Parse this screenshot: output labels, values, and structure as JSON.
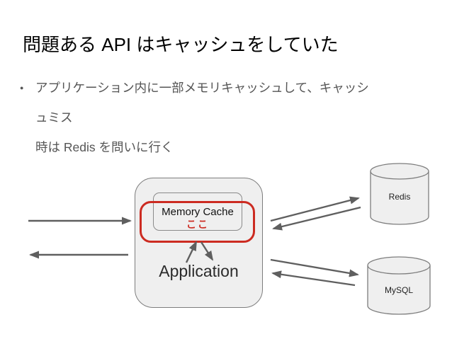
{
  "slide": {
    "title": "問題ある API はキャッシュをしていた",
    "bullet": {
      "marker": "●",
      "line1": "アプリケーション内に一部メモリキャッシュして、キャッシュミス",
      "line2": "時は Redis を問いに行く"
    }
  },
  "diagram": {
    "application_label": "Application",
    "memory_cache_label": "Memory Cache",
    "highlight_label": "ここ",
    "redis_label": "Redis",
    "mysql_label": "MySQL"
  },
  "colors": {
    "highlight_red": "#cc2b21",
    "arrow_gray": "#5f5f5f",
    "shape_fill": "#efefef",
    "shape_border": "#7d7d7d",
    "title_text": "#000000",
    "body_text": "#555555"
  }
}
